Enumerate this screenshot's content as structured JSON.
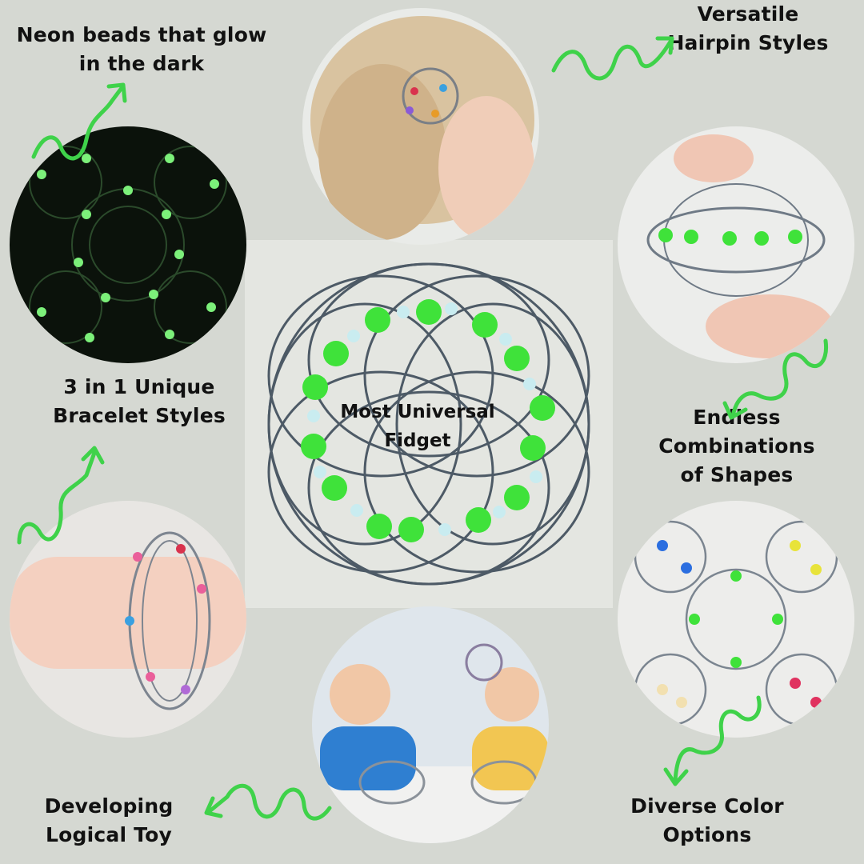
{
  "captions": {
    "glow": [
      "Neon beads that glow",
      "in the dark"
    ],
    "hairpin": [
      "Versatile",
      "Hairpin Styles"
    ],
    "bracelet": [
      "3 in 1 Unique",
      "Bracelet Styles"
    ],
    "combinations": [
      "Endless Combinations",
      "of Shapes"
    ],
    "logical": [
      "Developing",
      "Logical Toy"
    ],
    "colors": [
      "Diverse Color",
      "Options"
    ]
  },
  "center": {
    "label": [
      "Most Universal",
      "Fidget"
    ]
  },
  "colors": {
    "background": "#d5d8d2",
    "arrow": "#3fd24a",
    "bead_green": "#3fe23a",
    "bead_light": "#c9ecf0",
    "wire": "#4d5a66"
  }
}
